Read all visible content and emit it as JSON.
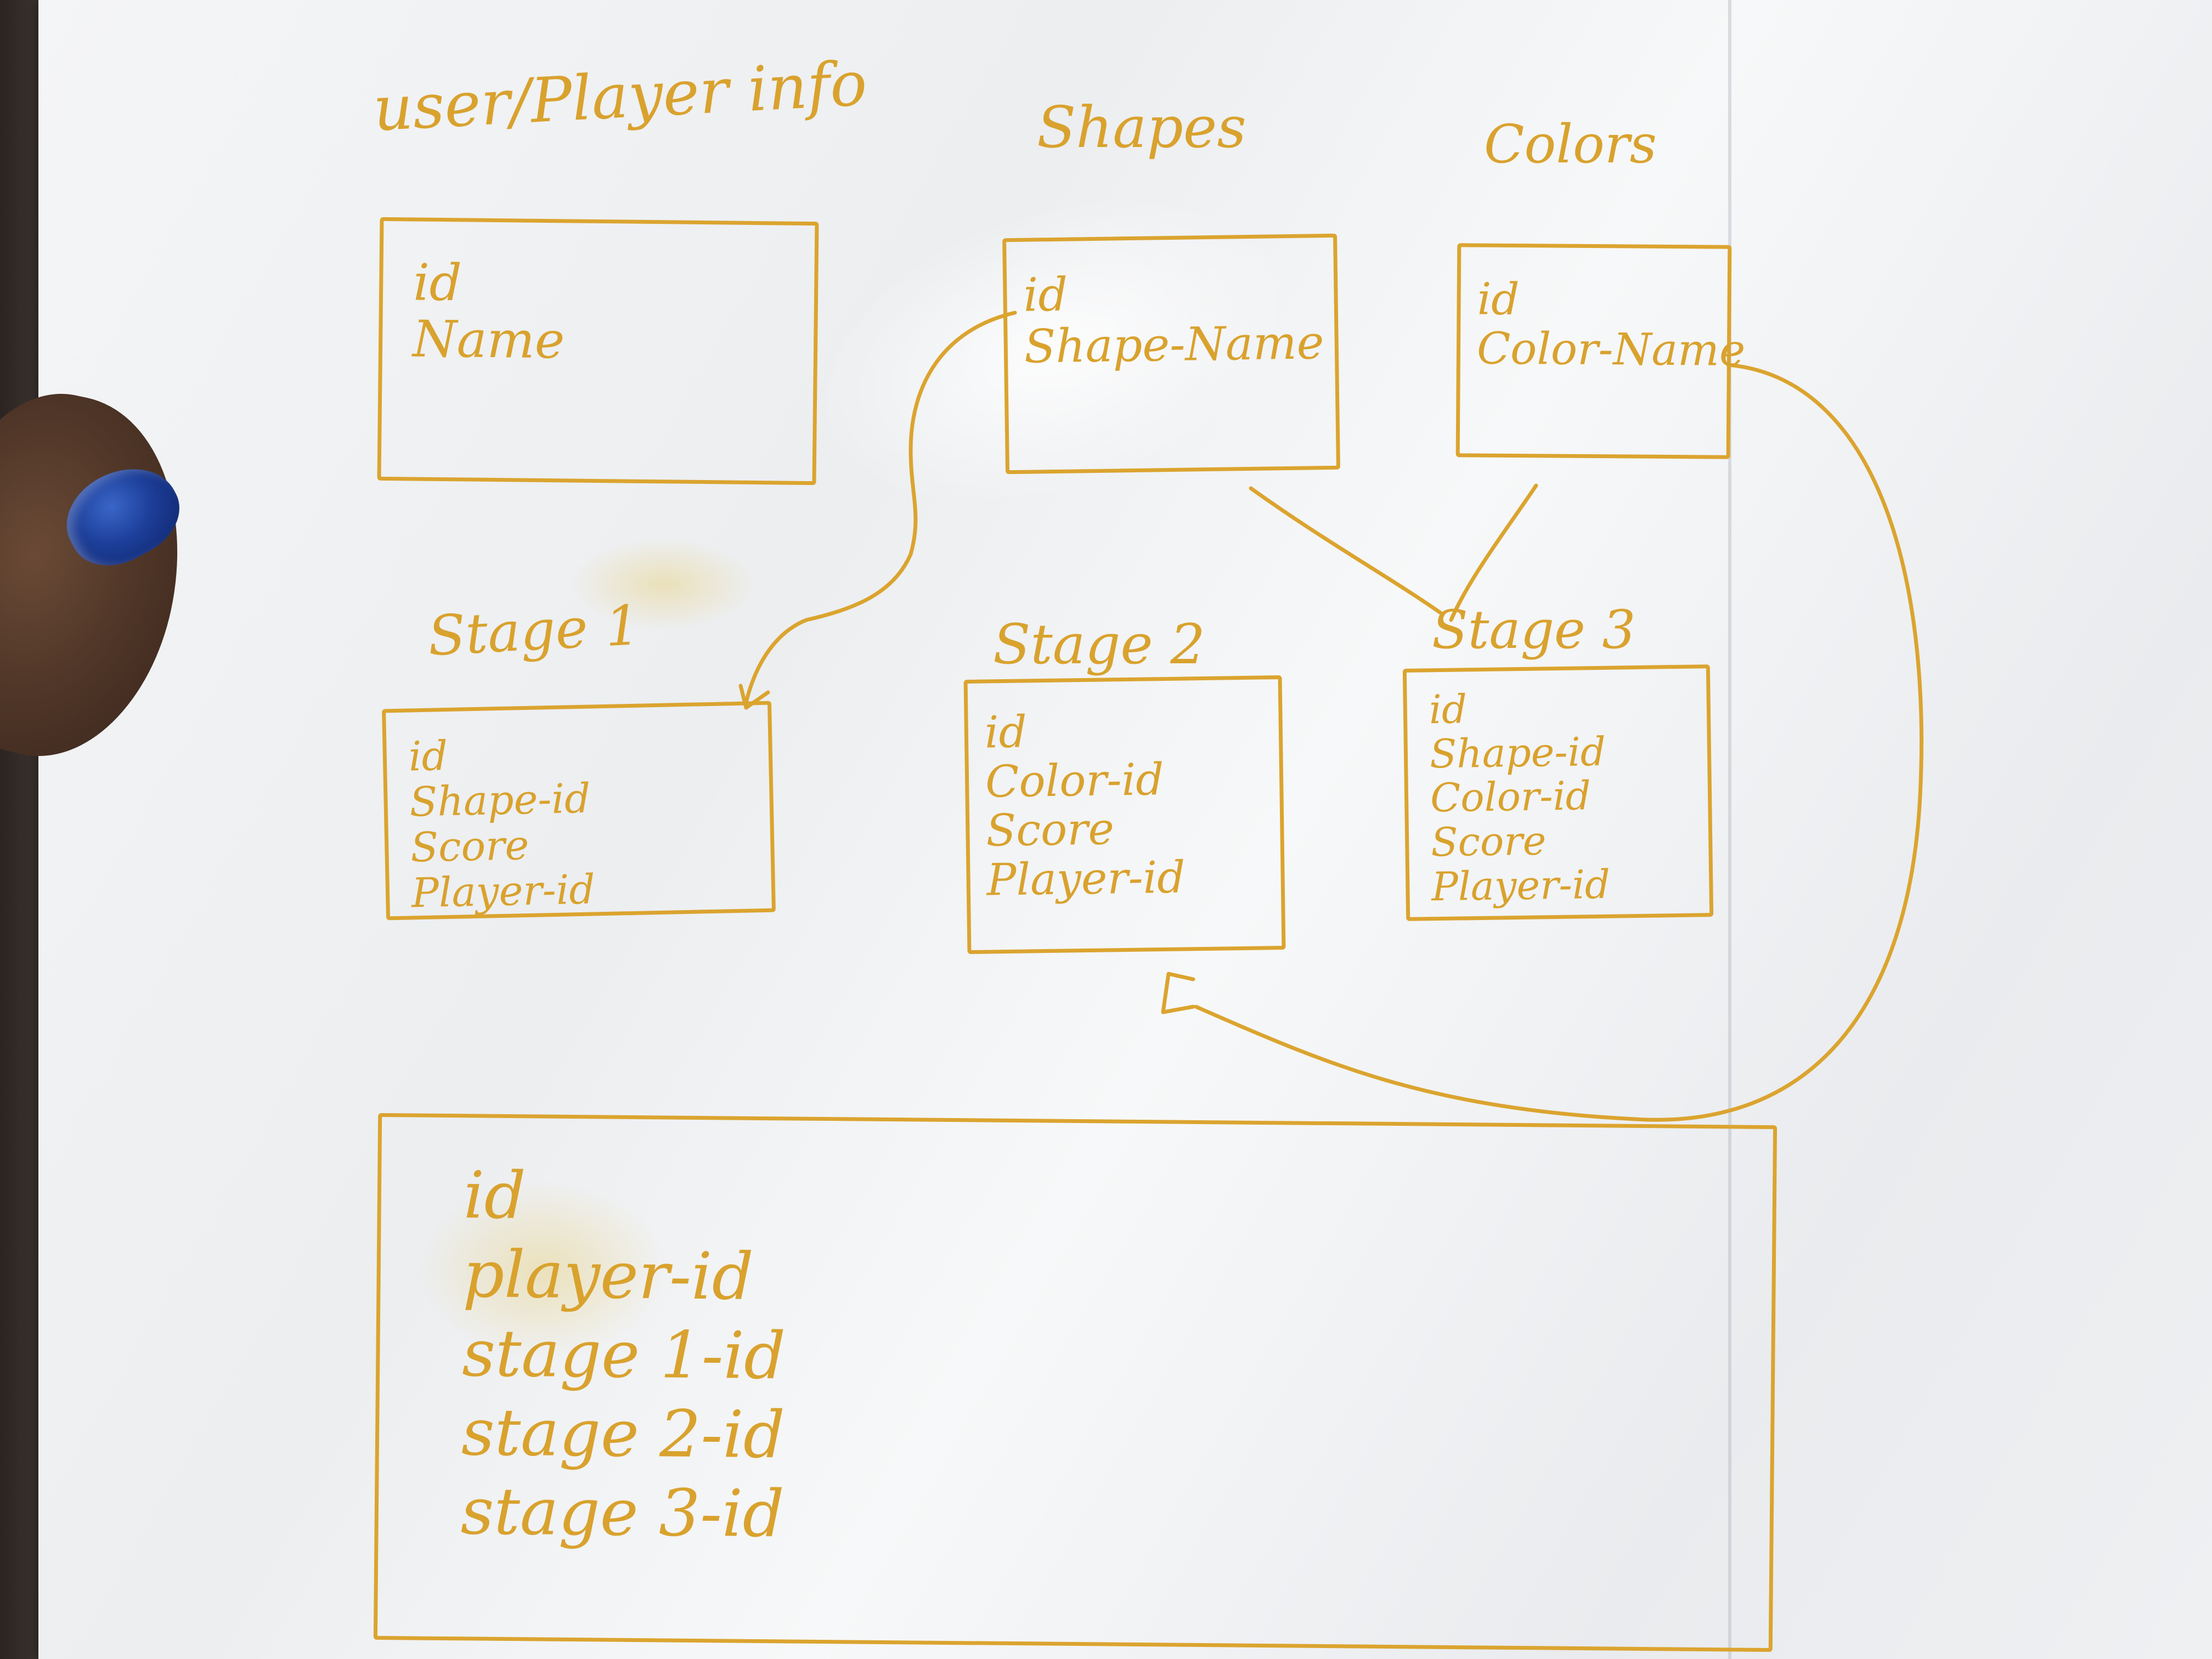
{
  "tables": {
    "user_player_info": {
      "title": "user/Player info",
      "fields": [
        "id",
        "Name"
      ]
    },
    "shapes": {
      "title": "Shapes",
      "fields": [
        "id",
        "Shape-Name"
      ]
    },
    "colors": {
      "title": "Colors",
      "fields": [
        "id",
        "Color-Name"
      ]
    },
    "stage1": {
      "title": "Stage 1",
      "fields": [
        "id",
        "Shape-id",
        "Score",
        "Player-id"
      ]
    },
    "stage2": {
      "title": "Stage 2",
      "fields": [
        "id",
        "Color-id",
        "Score",
        "Player-id"
      ]
    },
    "stage3": {
      "title": "Stage 3",
      "fields": [
        "id",
        "Shape-id",
        "Color-id",
        "Score",
        "Player-id"
      ]
    },
    "summary": {
      "title": "",
      "fields": [
        "id",
        "player-id",
        "stage 1-id",
        "stage 2-id",
        "stage 3-id"
      ]
    }
  },
  "ink_color": "#d9a22e",
  "nail_color": "#1d3f9a"
}
